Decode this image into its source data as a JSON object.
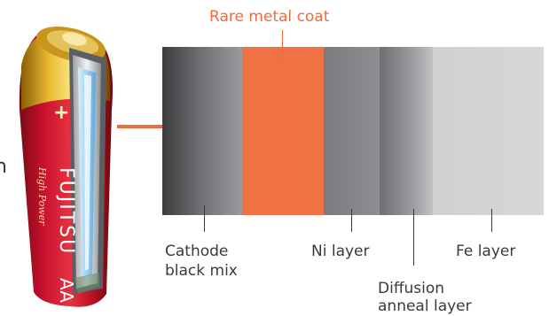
{
  "labels": {
    "rare_metal_coat": "Rare metal coat",
    "cathode_line1": "Cathode",
    "cathode_line2": "black mix",
    "ni_layer": "Ni  layer",
    "diffusion_line1": "Diffusion",
    "diffusion_line2": "anneal layer",
    "fe_layer": "Fe layer",
    "left_fragment": "n"
  },
  "battery": {
    "brand": "FUJITSU",
    "model": "AA",
    "series": "High Power",
    "plus": "+"
  },
  "colors": {
    "coat": "#f07143",
    "battery_red": "#c8102e",
    "battery_gold": "#d8a31a"
  }
}
